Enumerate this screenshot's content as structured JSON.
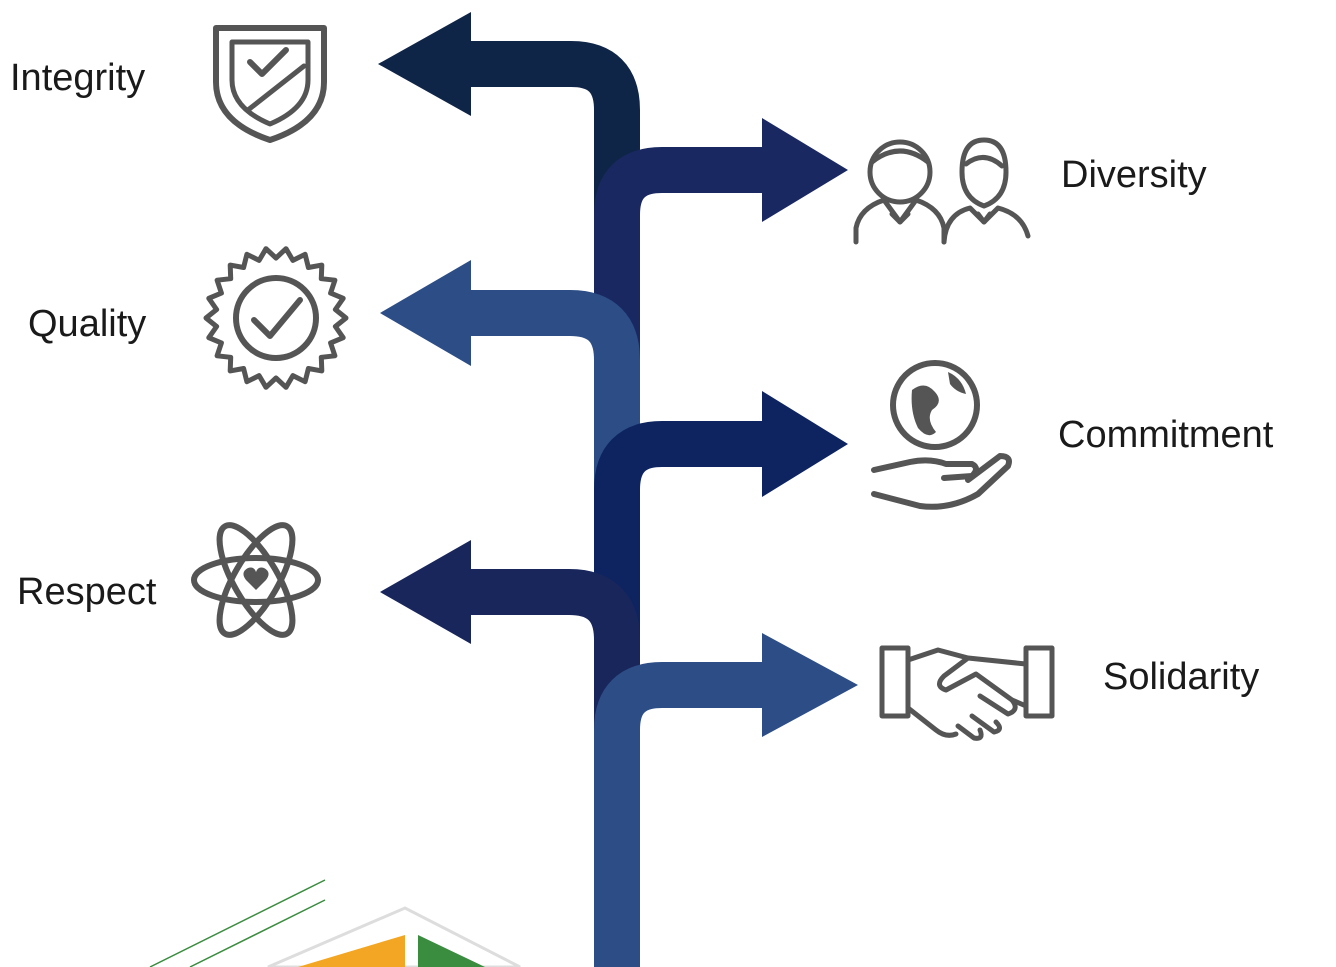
{
  "values": {
    "left": [
      {
        "key": "integrity",
        "label": "Integrity",
        "icon": "shield-check-icon",
        "color": "#0f2548"
      },
      {
        "key": "quality",
        "label": "Quality",
        "icon": "quality-badge-icon",
        "color": "#2c4d86"
      },
      {
        "key": "respect",
        "label": "Respect",
        "icon": "atom-heart-icon",
        "color": "#19265c"
      }
    ],
    "right": [
      {
        "key": "diversity",
        "label": "Diversity",
        "icon": "man-woman-icon",
        "color": "#1a2862"
      },
      {
        "key": "commitment",
        "label": "Commitment",
        "icon": "globe-in-hand-icon",
        "color": "#0d2461"
      },
      {
        "key": "solidarity",
        "label": "Solidarity",
        "icon": "handshake-icon",
        "color": "#2c4d86"
      }
    ]
  },
  "colors": {
    "trunk": "#2c4d86",
    "icon": "#555555",
    "logo_orange": "#f2a623",
    "logo_green": "#3a8c3f",
    "accent_line": "#3a8c3f"
  }
}
